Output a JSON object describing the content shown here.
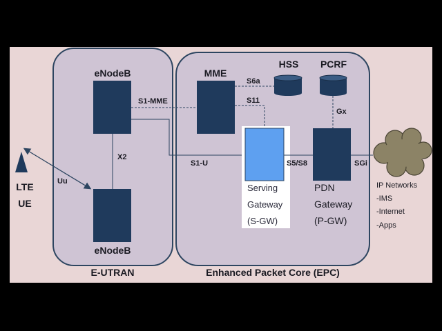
{
  "colors": {
    "background": "#000000",
    "canvas": "#e9d6d6",
    "region_fill": "#cfc4d4",
    "region_stroke": "#2d4560",
    "node": "#1f3a5c",
    "sgw_highlight": "#5ea0f0",
    "cloud": "#8c8366"
  },
  "ue": {
    "label_line1": "LTE",
    "label_line2": "UE",
    "icon": "antenna-triangle-icon"
  },
  "eutran": {
    "title": "E-UTRAN",
    "enodeb_top": "eNodeB",
    "enodeb_bottom": "eNodeB",
    "x2": "X2",
    "uu": "Uu"
  },
  "interfaces": {
    "s1_mme": "S1-MME",
    "s1_u": "S1-U",
    "s6a": "S6a",
    "s11": "S11",
    "s5_s8": "S5/S8",
    "gx": "Gx",
    "sgi": "SGi"
  },
  "epc": {
    "title": "Enhanced Packet Core (EPC)",
    "mme": "MME",
    "hss": "HSS",
    "pcrf": "PCRF",
    "sgw": {
      "line1": "Serving",
      "line2": "Gateway",
      "line3": "(S-GW)"
    },
    "pgw": {
      "line1": "PDN",
      "line2": "Gateway",
      "line3": "(P-GW)"
    }
  },
  "ip_networks": {
    "title": "IP Networks",
    "items": [
      "-IMS",
      "-Internet",
      "-Apps"
    ]
  }
}
